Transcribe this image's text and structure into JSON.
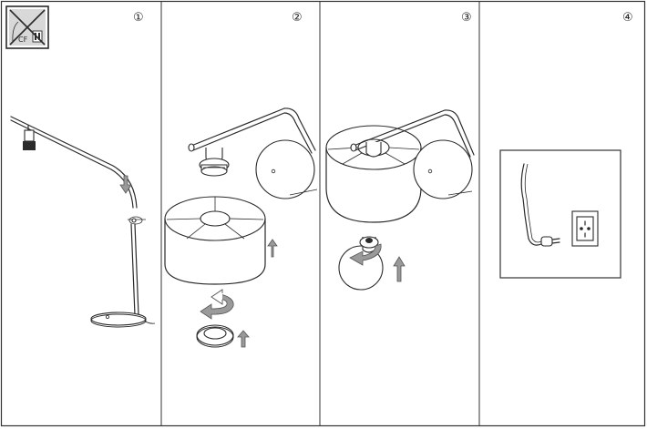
{
  "sheet": {
    "steps": [
      {
        "number": "①",
        "warning_icon": "no-cfl-bulb-icon",
        "warning_label": "CF"
      },
      {
        "number": "②"
      },
      {
        "number": "③"
      },
      {
        "number": "④"
      }
    ]
  },
  "colors": {
    "line": "#2a2a2a",
    "arrow_fill": "#9a9a9a",
    "panel_border": "#333333",
    "background": "#ffffff"
  }
}
